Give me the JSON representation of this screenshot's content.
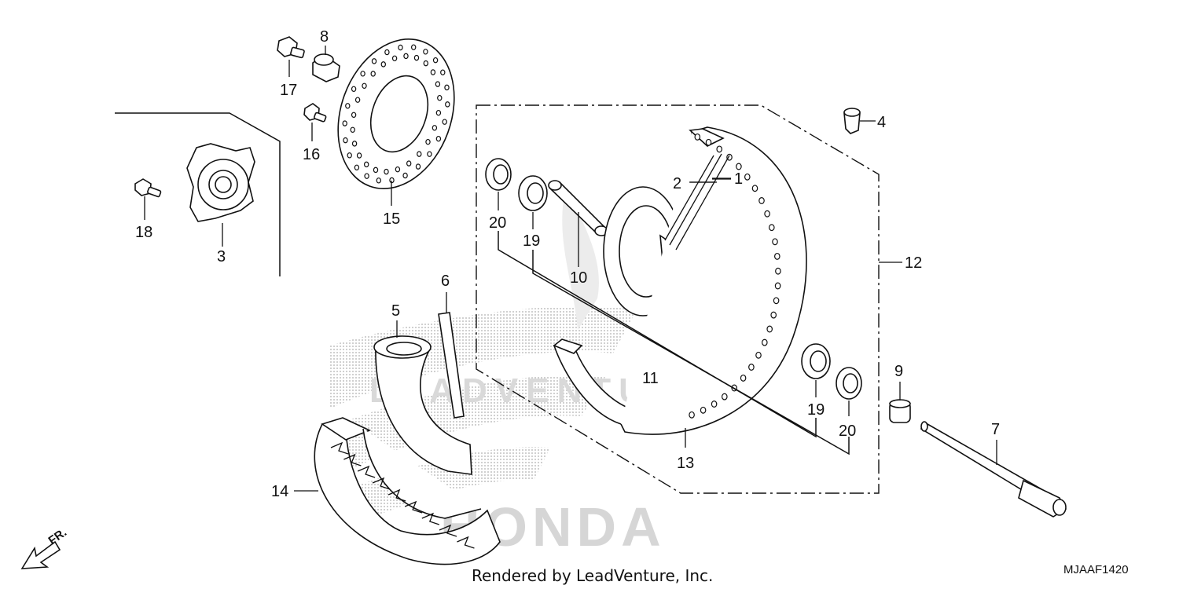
{
  "diagram": {
    "watermark_brand": "LEADVENTURE",
    "watermark_honda": "HONDA",
    "direction_label": "FR.",
    "footer_text": "Rendered by LeadVenture, Inc.",
    "diagram_code": "MJAAF1420",
    "callouts": [
      {
        "id": "1",
        "label": "1",
        "part": "spoke-a"
      },
      {
        "id": "2",
        "label": "2",
        "part": "spoke-b"
      },
      {
        "id": "3",
        "label": "3",
        "part": "hub-flange"
      },
      {
        "id": "4",
        "label": "4",
        "part": "valve-cap"
      },
      {
        "id": "5",
        "label": "5",
        "part": "tube"
      },
      {
        "id": "6",
        "label": "6",
        "part": "rim-band"
      },
      {
        "id": "7",
        "label": "7",
        "part": "axle"
      },
      {
        "id": "8",
        "label": "8",
        "part": "collar"
      },
      {
        "id": "9",
        "label": "9",
        "part": "side-collar"
      },
      {
        "id": "10",
        "label": "10",
        "part": "distance-collar"
      },
      {
        "id": "11",
        "label": "11",
        "part": "hub"
      },
      {
        "id": "12",
        "label": "12",
        "part": "wheel-assembly"
      },
      {
        "id": "13",
        "label": "13",
        "part": "rim"
      },
      {
        "id": "14",
        "label": "14",
        "part": "tire"
      },
      {
        "id": "15",
        "label": "15",
        "part": "brake-disc"
      },
      {
        "id": "16",
        "label": "16",
        "part": "disc-bolt"
      },
      {
        "id": "17",
        "label": "17",
        "part": "flange-bolt"
      },
      {
        "id": "18",
        "label": "18",
        "part": "bolt"
      },
      {
        "id": "19a",
        "label": "19",
        "part": "bearing-left"
      },
      {
        "id": "19b",
        "label": "19",
        "part": "bearing-right"
      },
      {
        "id": "20a",
        "label": "20",
        "part": "seal-left"
      },
      {
        "id": "20b",
        "label": "20",
        "part": "seal-right"
      }
    ]
  }
}
